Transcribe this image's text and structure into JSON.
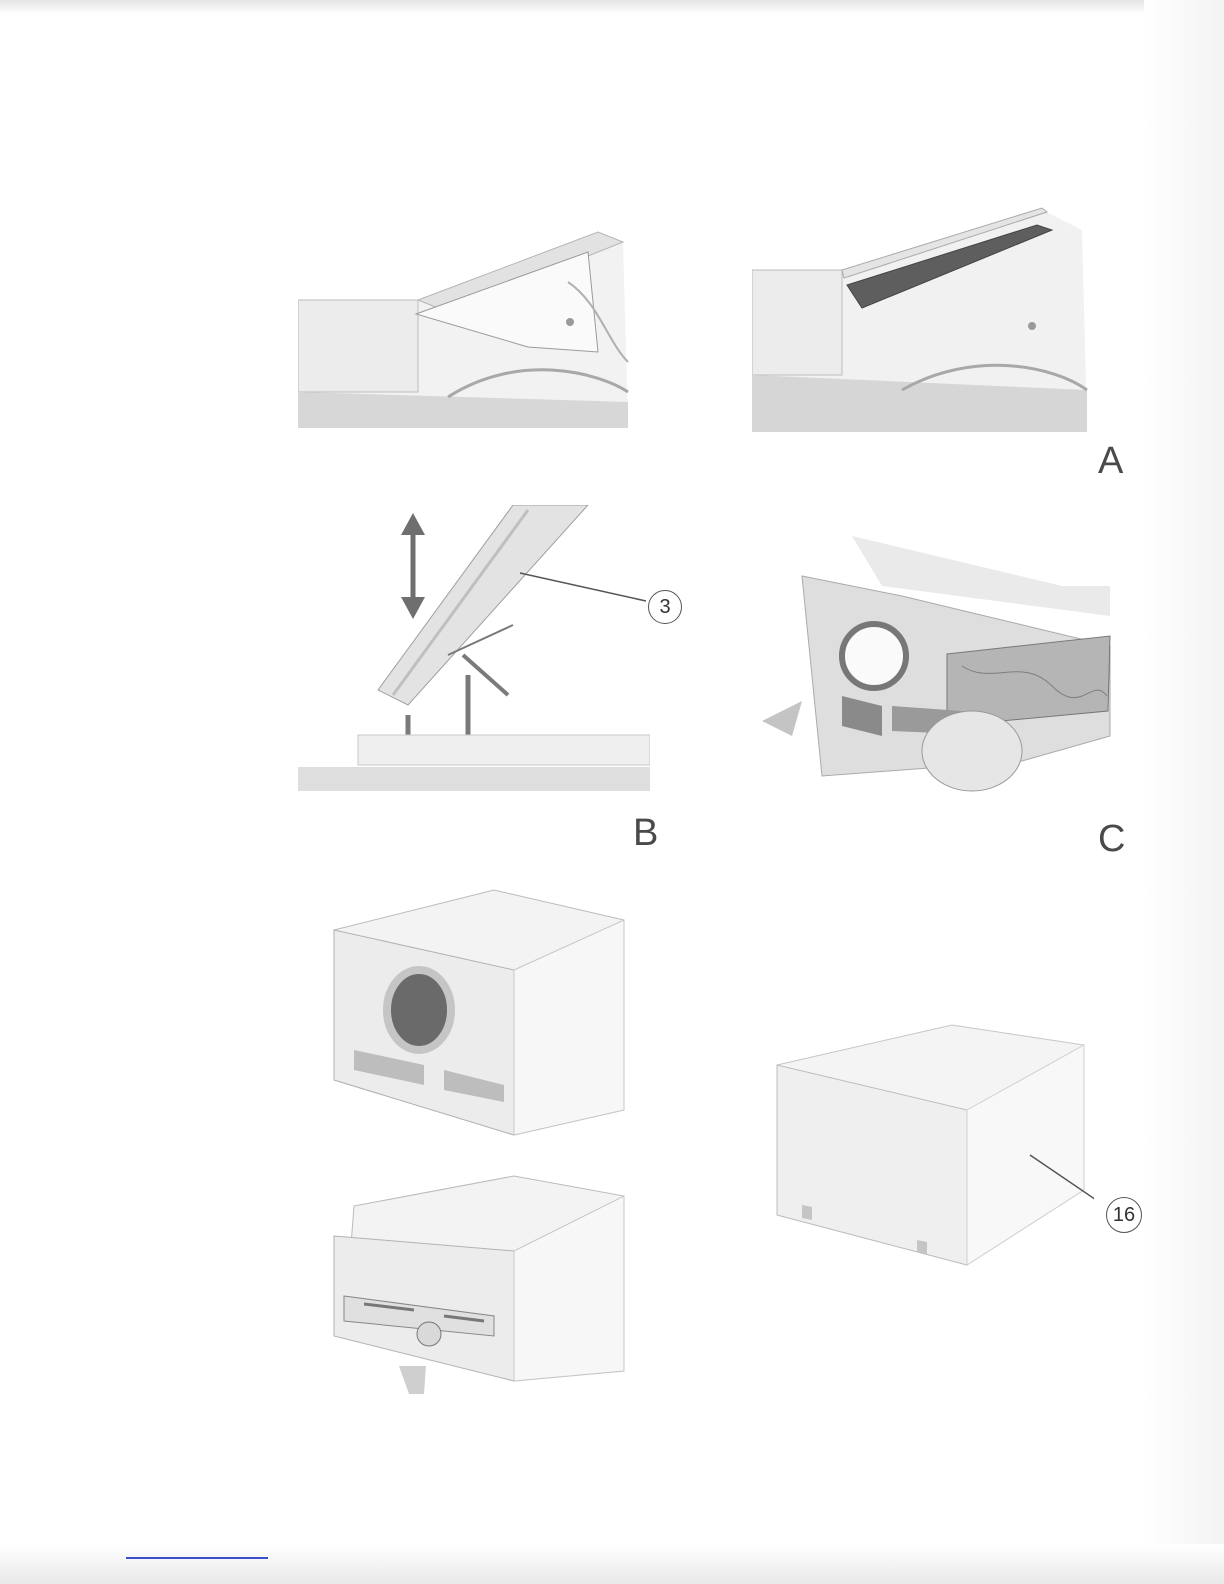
{
  "figure_labels": {
    "a": "A",
    "b": "B",
    "c": "C"
  },
  "callouts": {
    "lid": "3",
    "cover": "16"
  },
  "photo_tone": {
    "light": "#ececec",
    "mid": "#c9c9c9",
    "dark": "#8a8a8a",
    "ink": "#5a5a5a"
  }
}
